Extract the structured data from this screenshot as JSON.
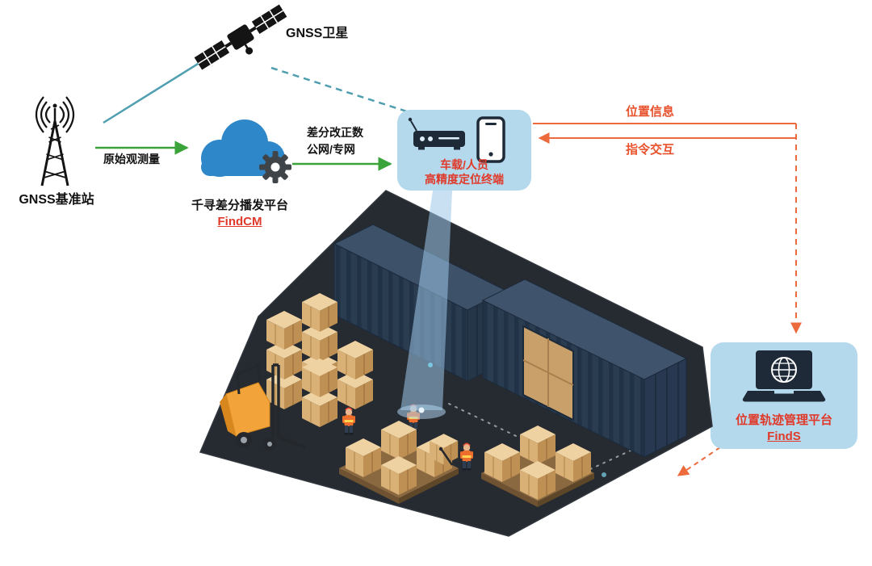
{
  "labels": {
    "satellite": "GNSS卫星",
    "base_station": "GNSS基准站",
    "raw_observation": "原始观测量",
    "cloud_title": "千寻差分播发平台",
    "cloud_sub": "FindCM",
    "correction_line1": "差分改正数",
    "correction_line2": "公网/专网",
    "terminal_line1": "车载/人员",
    "terminal_line2": "高精度定位终端",
    "position_info": "位置信息",
    "command_exchange": "指令交互",
    "platform_title": "位置轨迹管理平台",
    "platform_sub": "FindS"
  },
  "colors": {
    "teal_line": "#4F9FB0",
    "green_arrow": "#3AA43A",
    "orange_arrow": "#ED6A3C",
    "orange_text": "#E8512C",
    "red_text": "#E0392A",
    "panel_blue": "#B5D9EC",
    "cloud_blue": "#2E87C8",
    "container_navy": "#2C3E52",
    "floor_dark": "#262B31"
  },
  "icons": [
    "satellite-icon",
    "base-station-icon",
    "cloud-gear-icon",
    "receiver-icon",
    "smartphone-icon",
    "laptop-globe-icon"
  ]
}
